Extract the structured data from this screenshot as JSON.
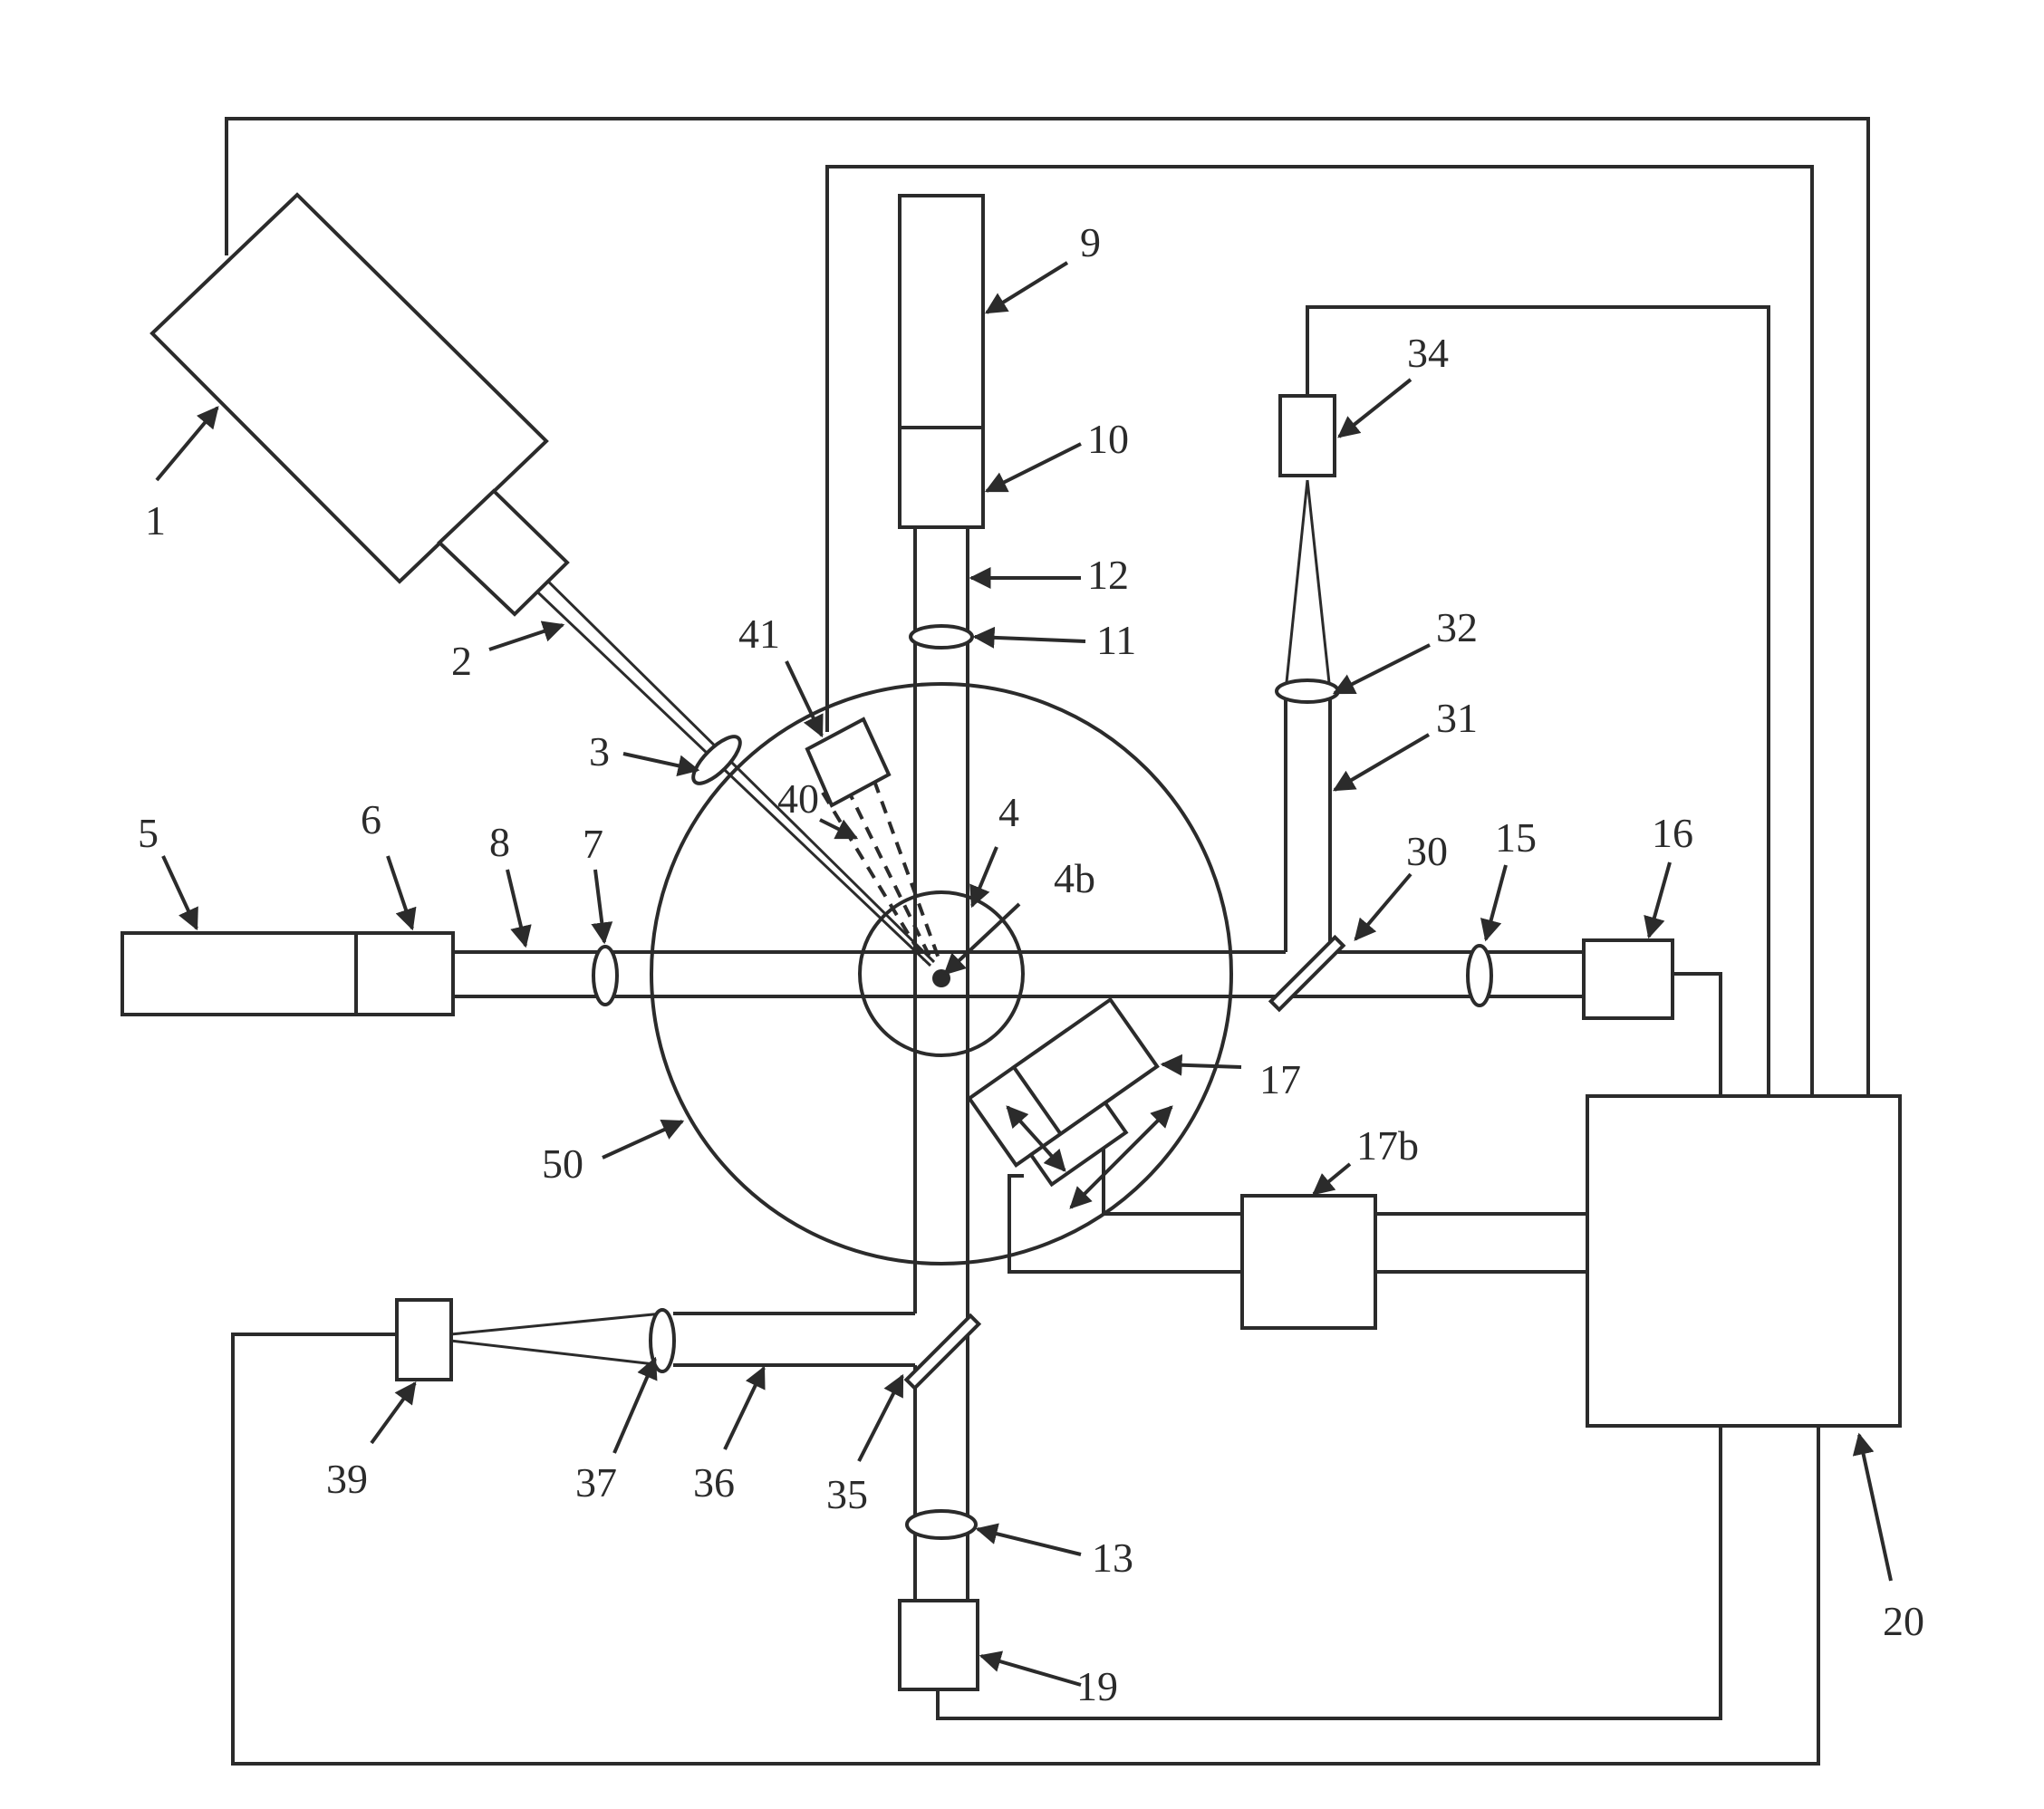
{
  "labels": {
    "l1": "1",
    "l2": "2",
    "l3": "3",
    "l4": "4",
    "l4b": "4b",
    "l5": "5",
    "l6": "6",
    "l7": "7",
    "l8": "8",
    "l9": "9",
    "l10": "10",
    "l11": "11",
    "l12": "12",
    "l13": "13",
    "l15": "15",
    "l16": "16",
    "l17": "17",
    "l17b": "17b",
    "l19": "19",
    "l20": "20",
    "l30": "30",
    "l31": "31",
    "l32": "32",
    "l34": "34",
    "l35": "35",
    "l36": "36",
    "l37": "37",
    "l39": "39",
    "l40": "40",
    "l41": "41",
    "l50": "50"
  },
  "colors": {
    "line": "#2b2b2b",
    "background": "#ffffff"
  }
}
